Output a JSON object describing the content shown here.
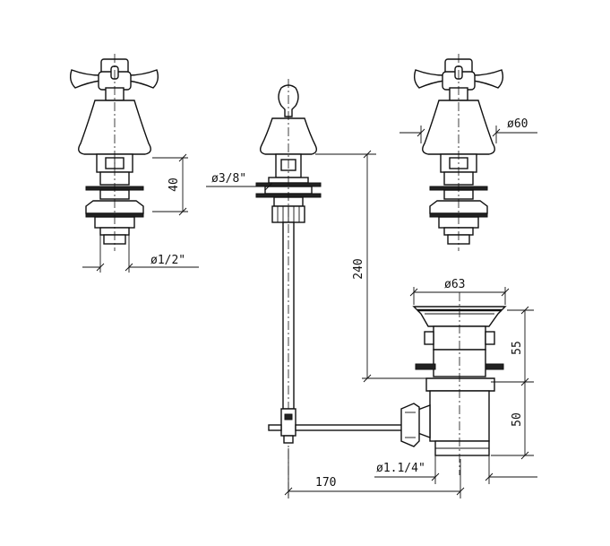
{
  "dimensions": {
    "left_tap_height": "40",
    "left_tap_thread": "ø1/2\"",
    "spout_thread": "ø3/8\"",
    "pop_up_height": "240",
    "right_tap_diameter": "ø60",
    "waste_diameter": "ø63",
    "waste_upper_height": "55",
    "waste_lower_height": "50",
    "waste_thread": "ø1.1/4\"",
    "rod_length": "170"
  }
}
